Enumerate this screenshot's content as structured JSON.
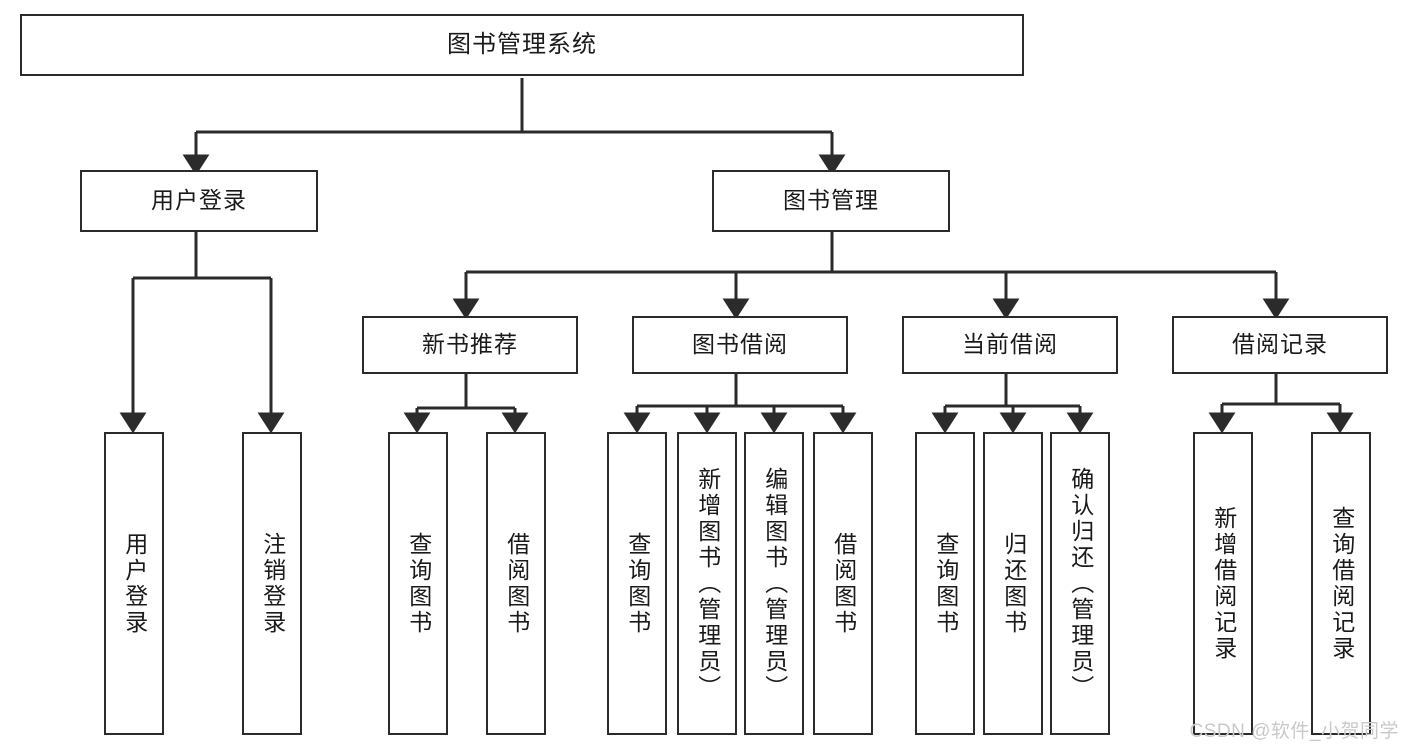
{
  "diagram": {
    "type": "tree-hierarchy-chart",
    "title": "图书管理系统",
    "watermark": "CSDN @软件_小贺同学",
    "colors": {
      "border": "#2b2b2b",
      "background": "#ffffff",
      "text": "#1a1a1a",
      "watermark": "#c9c9c9"
    },
    "root": {
      "label": "图书管理系统"
    },
    "level2": [
      {
        "label": "用户登录"
      },
      {
        "label": "图书管理"
      }
    ],
    "level3": [
      {
        "label": "新书推荐"
      },
      {
        "label": "图书借阅"
      },
      {
        "label": "当前借阅"
      },
      {
        "label": "借阅记录"
      }
    ],
    "leaves": {
      "user_login": [
        {
          "label": "用户登录"
        },
        {
          "label": "注销登录"
        }
      ],
      "new_book_recommend": [
        {
          "label": "查询图书"
        },
        {
          "label": "借阅图书"
        }
      ],
      "book_borrow": [
        {
          "label": "查询图书"
        },
        {
          "label": "新增图书（管理员）"
        },
        {
          "label": "编辑图书（管理员）"
        },
        {
          "label": "借阅图书"
        }
      ],
      "current_borrow": [
        {
          "label": "查询图书"
        },
        {
          "label": "归还图书"
        },
        {
          "label": "确认归还（管理员）"
        }
      ],
      "borrow_record": [
        {
          "label": "新增借阅记录"
        },
        {
          "label": "查询借阅记录"
        }
      ]
    }
  }
}
